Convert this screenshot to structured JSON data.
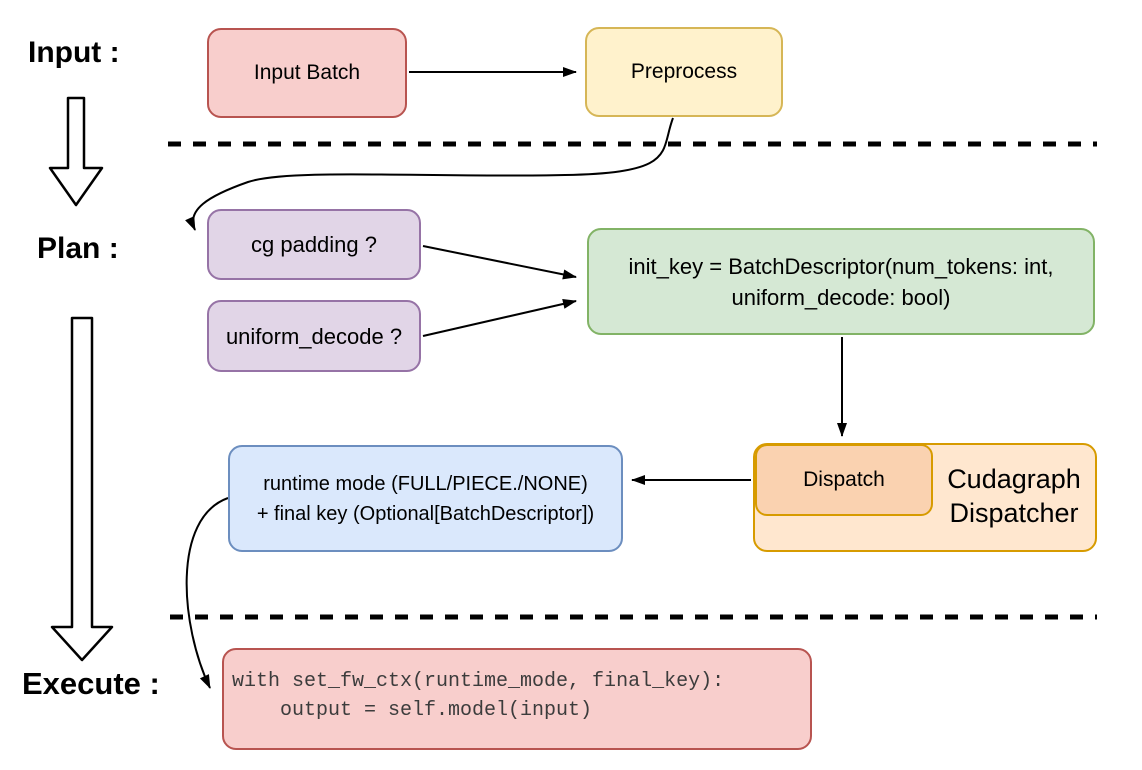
{
  "diagram": {
    "stage_labels": {
      "input": "Input :",
      "plan": "Plan :",
      "execute": "Execute :"
    },
    "nodes": {
      "input_batch": "Input Batch",
      "preprocess": "Preprocess",
      "cg_padding": "cg padding ?",
      "uniform_decode": "uniform_decode ?",
      "init_key_line1": "init_key = BatchDescriptor(num_tokens: int,",
      "init_key_line2": "uniform_decode: bool)",
      "dispatch": "Dispatch",
      "cudagraph_dispatcher": "Cudagraph Dispatcher",
      "runtime_line1": "runtime mode (FULL/PIECE./NONE)",
      "runtime_line2": "+ final key (Optional[BatchDescriptor])",
      "code_line1": "with set_fw_ctx(runtime_mode, final_key):",
      "code_line2": "    output = self.model(input)"
    },
    "colors": {
      "pink_fill": "#F8CECC",
      "pink_stroke": "#B85450",
      "yellow_fill": "#FFF2CC",
      "yellow_stroke": "#D6B656",
      "purple_fill": "#E1D5E7",
      "purple_stroke": "#9673A6",
      "green_fill": "#D5E8D4",
      "green_stroke": "#82B366",
      "blue_fill": "#DAE8FC",
      "blue_stroke": "#6C8EBF",
      "orange_outer_fill": "#FFE7CF",
      "orange_inner_fill": "#FAD2B0",
      "orange_stroke": "#D79B00",
      "connector": "#000000",
      "code_text": "#3c3c3c"
    }
  }
}
